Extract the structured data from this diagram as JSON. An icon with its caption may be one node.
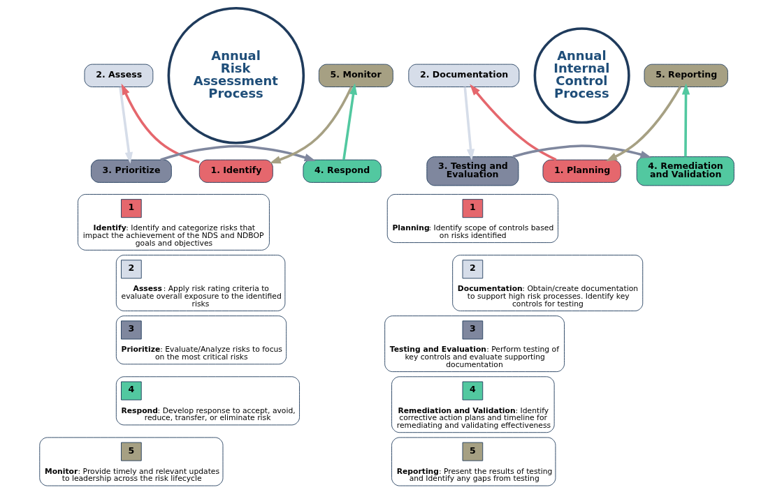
{
  "diagram": {
    "nodes": [
      {
        "text": [
          "Annual Risk Assessment Process"
        ]
      },
      {
        "text": [
          "1. Identify"
        ]
      },
      {
        "text": [
          "2. Assess"
        ]
      },
      {
        "text": [
          "3. Prioritize"
        ]
      },
      {
        "text": [
          "4. Respond"
        ]
      },
      {
        "text": [
          "5. Monitor"
        ]
      },
      {
        "text": [
          "**Identify**: Identify and categorize risks that impact the achievement of the NDS and NDBOP goals and objectives"
        ]
      },
      {
        "text": [
          "1"
        ],
        "in": 6
      },
      {
        "text": [
          "**Assess**: Apply risk rating criteria to evaluate overall exposure to the identified risks"
        ]
      },
      {
        "text": [
          "2"
        ],
        "in": 8
      },
      {
        "text": [
          "**Prioritize**: Evaluate/Analyze risks to focus on the most critical risks"
        ]
      },
      {
        "text": [
          "3"
        ],
        "in": 10
      },
      {
        "text": [
          "**Respond**: Develop response to accept, avoid, reduce, transfer, or eliminate risk"
        ]
      },
      {
        "text": [
          "4"
        ],
        "in": 12
      },
      {
        "text": [
          "**Monitor**: Provide timely and relevant updates to leadership across the risk lifecycle"
        ]
      },
      {
        "text": [
          "5"
        ],
        "in": 14
      },
      {
        "text": [
          "Annual Internal Control Process"
        ]
      },
      {
        "text": [
          "1. Planning"
        ]
      },
      {
        "text": [
          "2. Documentation"
        ]
      },
      {
        "text": [
          "3. Testing and Evaluation"
        ]
      },
      {
        "text": [
          "4. Remediation and Validation"
        ]
      },
      {
        "text": [
          "5. Reporting"
        ]
      },
      {
        "text": [
          "**Planning**: Identify scope of controls based on risks identified"
        ]
      },
      {
        "text": [
          "1"
        ],
        "in": 22
      },
      {
        "text": [
          "**Documentation**: Obtain/create documentation to support high risk processes. Identify key controls for testing"
        ]
      },
      {
        "text": [
          "2"
        ],
        "in": 24
      },
      {
        "text": [
          "**Testing and Evaluation**: Perform testing of key controls and evaluate supporting documentation"
        ]
      },
      {
        "text": [
          "3"
        ],
        "in": 26
      },
      {
        "text": [
          "**Remediation and Validation**: Identify corrective action plans and timeline for remediating and validating effectiveness"
        ]
      },
      {
        "text": [
          "4"
        ],
        "in": 28
      },
      {
        "text": [
          "**Reporting**: Present the results of testing and Identify any gaps from testing"
        ]
      },
      {
        "text": [
          "5"
        ],
        "in": 30
      }
    ],
    "edges": [
      {
        "from": 1,
        "to": 2,
        "arrow": "to",
        "color": "#e5676d"
      },
      {
        "from": 2,
        "to": 3,
        "arrow": "to",
        "color": "#d6dde9"
      },
      {
        "from": 3,
        "to": 4,
        "arrow": "to",
        "color": "#7f879e"
      },
      {
        "from": 4,
        "to": 5,
        "arrow": "to",
        "color": "#52c8a0"
      },
      {
        "from": 5,
        "to": 1,
        "arrow": "to",
        "color": "#a6a083"
      },
      {
        "from": 17,
        "to": 18,
        "arrow": "to",
        "color": "#e5676d"
      },
      {
        "from": 18,
        "to": 19,
        "arrow": "to",
        "color": "#d6dde9"
      },
      {
        "from": 19,
        "to": 20,
        "arrow": "to",
        "color": "#7f879e"
      },
      {
        "from": 20,
        "to": 21,
        "arrow": "to",
        "color": "#52c8a0"
      },
      {
        "from": 21,
        "to": 17,
        "arrow": "to",
        "color": "#a6a083"
      }
    ]
  }
}
